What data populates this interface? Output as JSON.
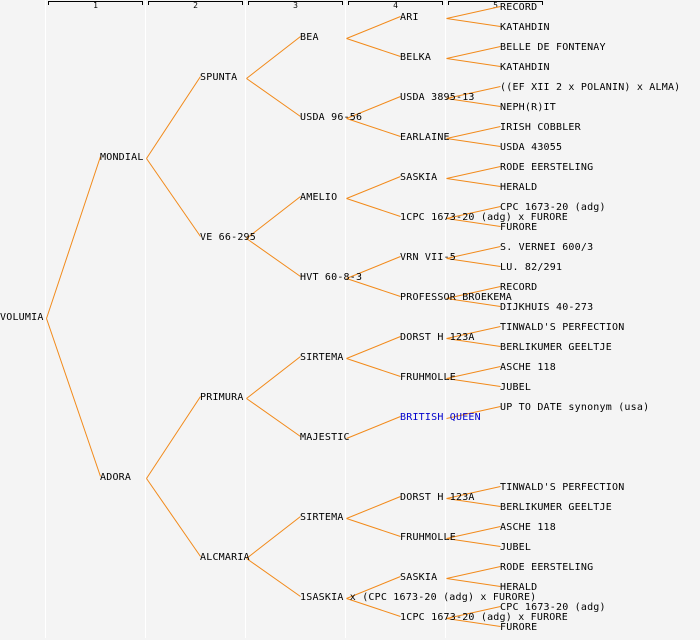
{
  "columns": [
    "1",
    "2",
    "3",
    "4",
    "5"
  ],
  "colors": {
    "line": "#f28a1a",
    "background": "#f4f4f4",
    "link": "#0000cc",
    "divider": "#ffffff"
  },
  "pedigree": {
    "name": "VOLUMIA",
    "children": [
      {
        "name": "MONDIAL",
        "children": [
          {
            "name": "SPUNTA",
            "children": [
              {
                "name": "BEA",
                "children": [
                  {
                    "name": "ARI",
                    "children": [
                      {
                        "name": "RECORD"
                      },
                      {
                        "name": "KATAHDIN"
                      }
                    ]
                  },
                  {
                    "name": "BELKA",
                    "children": [
                      {
                        "name": "BELLE DE FONTENAY"
                      },
                      {
                        "name": "KATAHDIN"
                      }
                    ]
                  }
                ]
              },
              {
                "name": "USDA 96-56",
                "children": [
                  {
                    "name": "USDA 3895-13",
                    "children": [
                      {
                        "name": "((EF XII 2 x POLANIN) x ALMA)"
                      },
                      {
                        "name": "NEPH(R)IT"
                      }
                    ]
                  },
                  {
                    "name": "EARLAINE",
                    "children": [
                      {
                        "name": "IRISH COBBLER"
                      },
                      {
                        "name": "USDA 43055"
                      }
                    ]
                  }
                ]
              }
            ]
          },
          {
            "name": "VE 66-295",
            "children": [
              {
                "name": "AMELIO",
                "children": [
                  {
                    "name": "SASKIA",
                    "children": [
                      {
                        "name": "RODE EERSTELING"
                      },
                      {
                        "name": "HERALD"
                      }
                    ]
                  },
                  {
                    "name": "1CPC 1673-20 (adg) x FURORE",
                    "children": [
                      {
                        "name": "CPC 1673-20 (adg)"
                      },
                      {
                        "name": "FURORE"
                      }
                    ]
                  }
                ]
              },
              {
                "name": "HVT 60-8-3",
                "children": [
                  {
                    "name": "VRN VII-5",
                    "children": [
                      {
                        "name": "S. VERNEI 600/3"
                      },
                      {
                        "name": "LU. 82/291"
                      }
                    ]
                  },
                  {
                    "name": "PROFESSOR BROEKEMA",
                    "children": [
                      {
                        "name": "RECORD"
                      },
                      {
                        "name": "DIJKHUIS 40-273"
                      }
                    ]
                  }
                ]
              }
            ]
          }
        ]
      },
      {
        "name": "ADORA",
        "children": [
          {
            "name": "PRIMURA",
            "children": [
              {
                "name": "SIRTEMA",
                "children": [
                  {
                    "name": "DORST H 123A",
                    "children": [
                      {
                        "name": "TINWALD'S PERFECTION"
                      },
                      {
                        "name": "BERLIKUMER GEELTJE"
                      }
                    ]
                  },
                  {
                    "name": "FRUHMOLLE",
                    "children": [
                      {
                        "name": "ASCHE 118"
                      },
                      {
                        "name": "JUBEL"
                      }
                    ]
                  }
                ]
              },
              {
                "name": "MAJESTIC",
                "children": [
                  {
                    "name": "BRITISH QUEEN",
                    "link": true,
                    "children": [
                      {
                        "name": "UP TO DATE synonym (usa)"
                      }
                    ]
                  }
                ]
              }
            ]
          },
          {
            "name": "ALCMARIA",
            "children": [
              {
                "name": "SIRTEMA",
                "children": [
                  {
                    "name": "DORST H 123A",
                    "children": [
                      {
                        "name": "TINWALD'S PERFECTION"
                      },
                      {
                        "name": "BERLIKUMER GEELTJE"
                      }
                    ]
                  },
                  {
                    "name": "FRUHMOLLE",
                    "children": [
                      {
                        "name": "ASCHE 118"
                      },
                      {
                        "name": "JUBEL"
                      }
                    ]
                  }
                ]
              },
              {
                "name": "1SASKIA x (CPC 1673-20 (adg) x FURORE)",
                "children": [
                  {
                    "name": "SASKIA",
                    "children": [
                      {
                        "name": "RODE EERSTELING"
                      },
                      {
                        "name": "HERALD"
                      }
                    ]
                  },
                  {
                    "name": "1CPC 1673-20 (adg) x FURORE",
                    "children": [
                      {
                        "name": "CPC 1673-20 (adg)"
                      },
                      {
                        "name": "FURORE"
                      }
                    ]
                  }
                ]
              }
            ]
          }
        ]
      }
    ]
  }
}
